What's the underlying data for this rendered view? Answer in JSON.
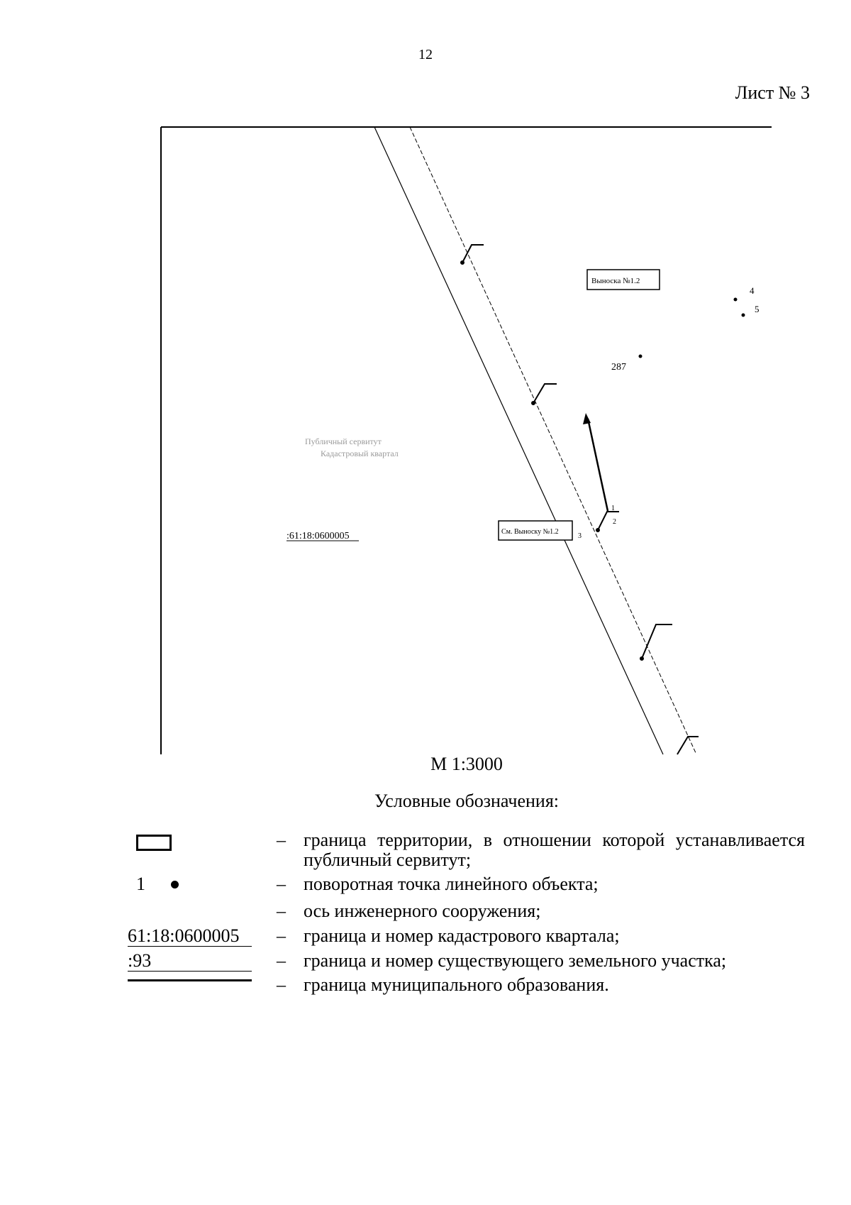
{
  "page": {
    "number": "12",
    "sheet": "Лист № 3"
  },
  "map": {
    "cadastral_quarter_label": ":61:18:0600005",
    "callout_top": "Выноска №1.2",
    "callout_middle": "См. Выноску №1.2",
    "parcel_label_faint_line1": "Публичный сервитут",
    "parcel_label_faint_line2": "Кадастровый квартал",
    "point_labels": [
      "4",
      "5",
      "287",
      "1",
      "2",
      "3"
    ],
    "colors": {
      "lines": "#000000",
      "background": "#ffffff"
    }
  },
  "scale": "М 1:3000",
  "legend": {
    "title": "Условные обозначения:",
    "dash": "–",
    "items": [
      {
        "symbol": "rectangle-outline",
        "text": "граница территории, в отношении которой устанавливается публичный сервитут;"
      },
      {
        "symbol": "numbered-dot",
        "symbol_text": "1",
        "text": "поворотная точка линейного объекта;"
      },
      {
        "symbol": "none",
        "text": "ось инженерного сооружения;"
      },
      {
        "symbol": "underlined-text",
        "symbol_text": "61:18:0600005",
        "text": "граница и номер кадастрового квартала;"
      },
      {
        "symbol": "underlined-text",
        "symbol_text": ":93",
        "text": "граница и номер существующего земельного участка;"
      },
      {
        "symbol": "double-line",
        "text": "граница муниципального образования."
      }
    ]
  }
}
